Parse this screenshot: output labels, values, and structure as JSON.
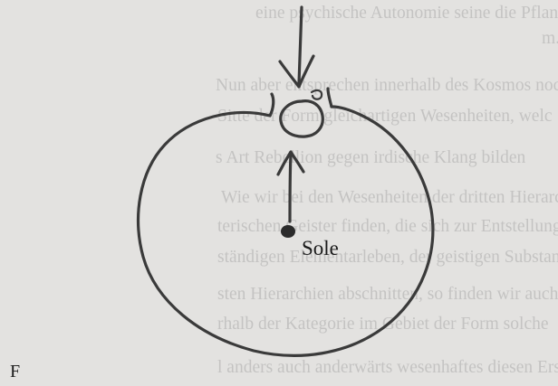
{
  "bleed_through_lines": [
    "eine psychische Autonomie seine die Pflanzenart",
    "m.",
    "Nun aber entsprechen innerhalb des Kosmos noch u",
    "Sitte der Form gleichartigen Wesenheiten, welc",
    "s Art Rebellion gegen irdische Klang bilden",
    "Wie wir bei den Wesenheiten der dritten Hierarchie",
    "terischen Geister finden, die sich zur Entstellung je",
    "ständigen Elementarleben, der geistigen Substanz",
    "sten Hierarchien abschnitten, so finden wir auch, a",
    "rhalb der Kategorie im Gebiet der Form solche",
    "l anders auch anderwärts wesenhaftes diesen Erschei"
  ],
  "figure": {
    "label": "Sole",
    "marker": "a",
    "letter": "F"
  }
}
